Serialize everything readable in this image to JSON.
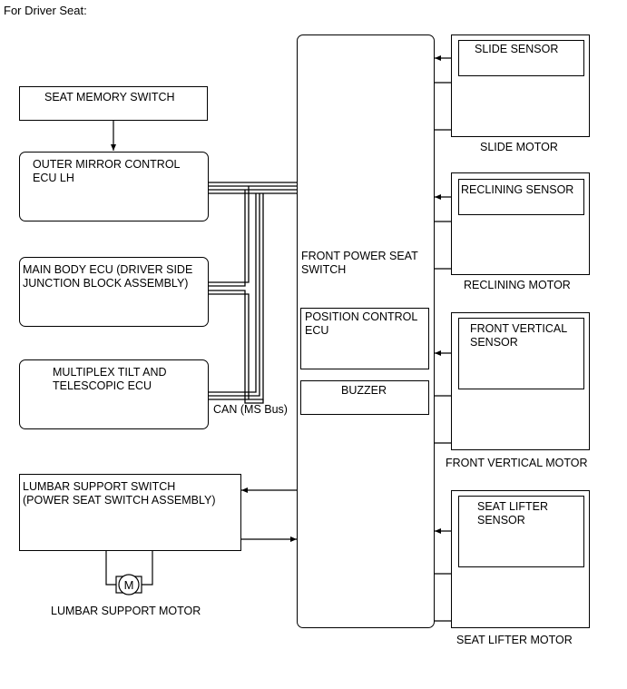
{
  "heading": "For Driver Seat:",
  "left_boxes": {
    "seat_memory_switch": "SEAT MEMORY SWITCH",
    "outer_mirror_ecu": "OUTER MIRROR CONTROL\nECU LH",
    "main_body_ecu": "MAIN BODY ECU (DRIVER SIDE\nJUNCTION BLOCK ASSEMBLY)",
    "multiplex_tilt_ecu": "MULTIPLEX TILT AND\nTELESCOPIC ECU",
    "lumbar_support_switch": "LUMBAR SUPPORT SWITCH\n(POWER SEAT SWITCH ASSEMBLY)"
  },
  "bus_label": "CAN (MS Bus)",
  "center": {
    "front_power_seat_switch": "FRONT POWER SEAT\nSWITCH",
    "position_control_ecu": "POSITION CONTROL\nECU",
    "buzzer": "BUZZER"
  },
  "right_modules": {
    "slide": {
      "sensor": "SLIDE SENSOR",
      "motor": "SLIDE MOTOR"
    },
    "reclining": {
      "sensor": "RECLINING SENSOR",
      "motor": "RECLINING MOTOR"
    },
    "front_vertical": {
      "sensor": "FRONT VERTICAL\nSENSOR",
      "motor": "FRONT VERTICAL MOTOR"
    },
    "seat_lifter": {
      "sensor": "SEAT LIFTER\nSENSOR",
      "motor": "SEAT LIFTER MOTOR"
    }
  },
  "motor_symbol": "M",
  "lumbar_motor": "LUMBAR SUPPORT MOTOR"
}
